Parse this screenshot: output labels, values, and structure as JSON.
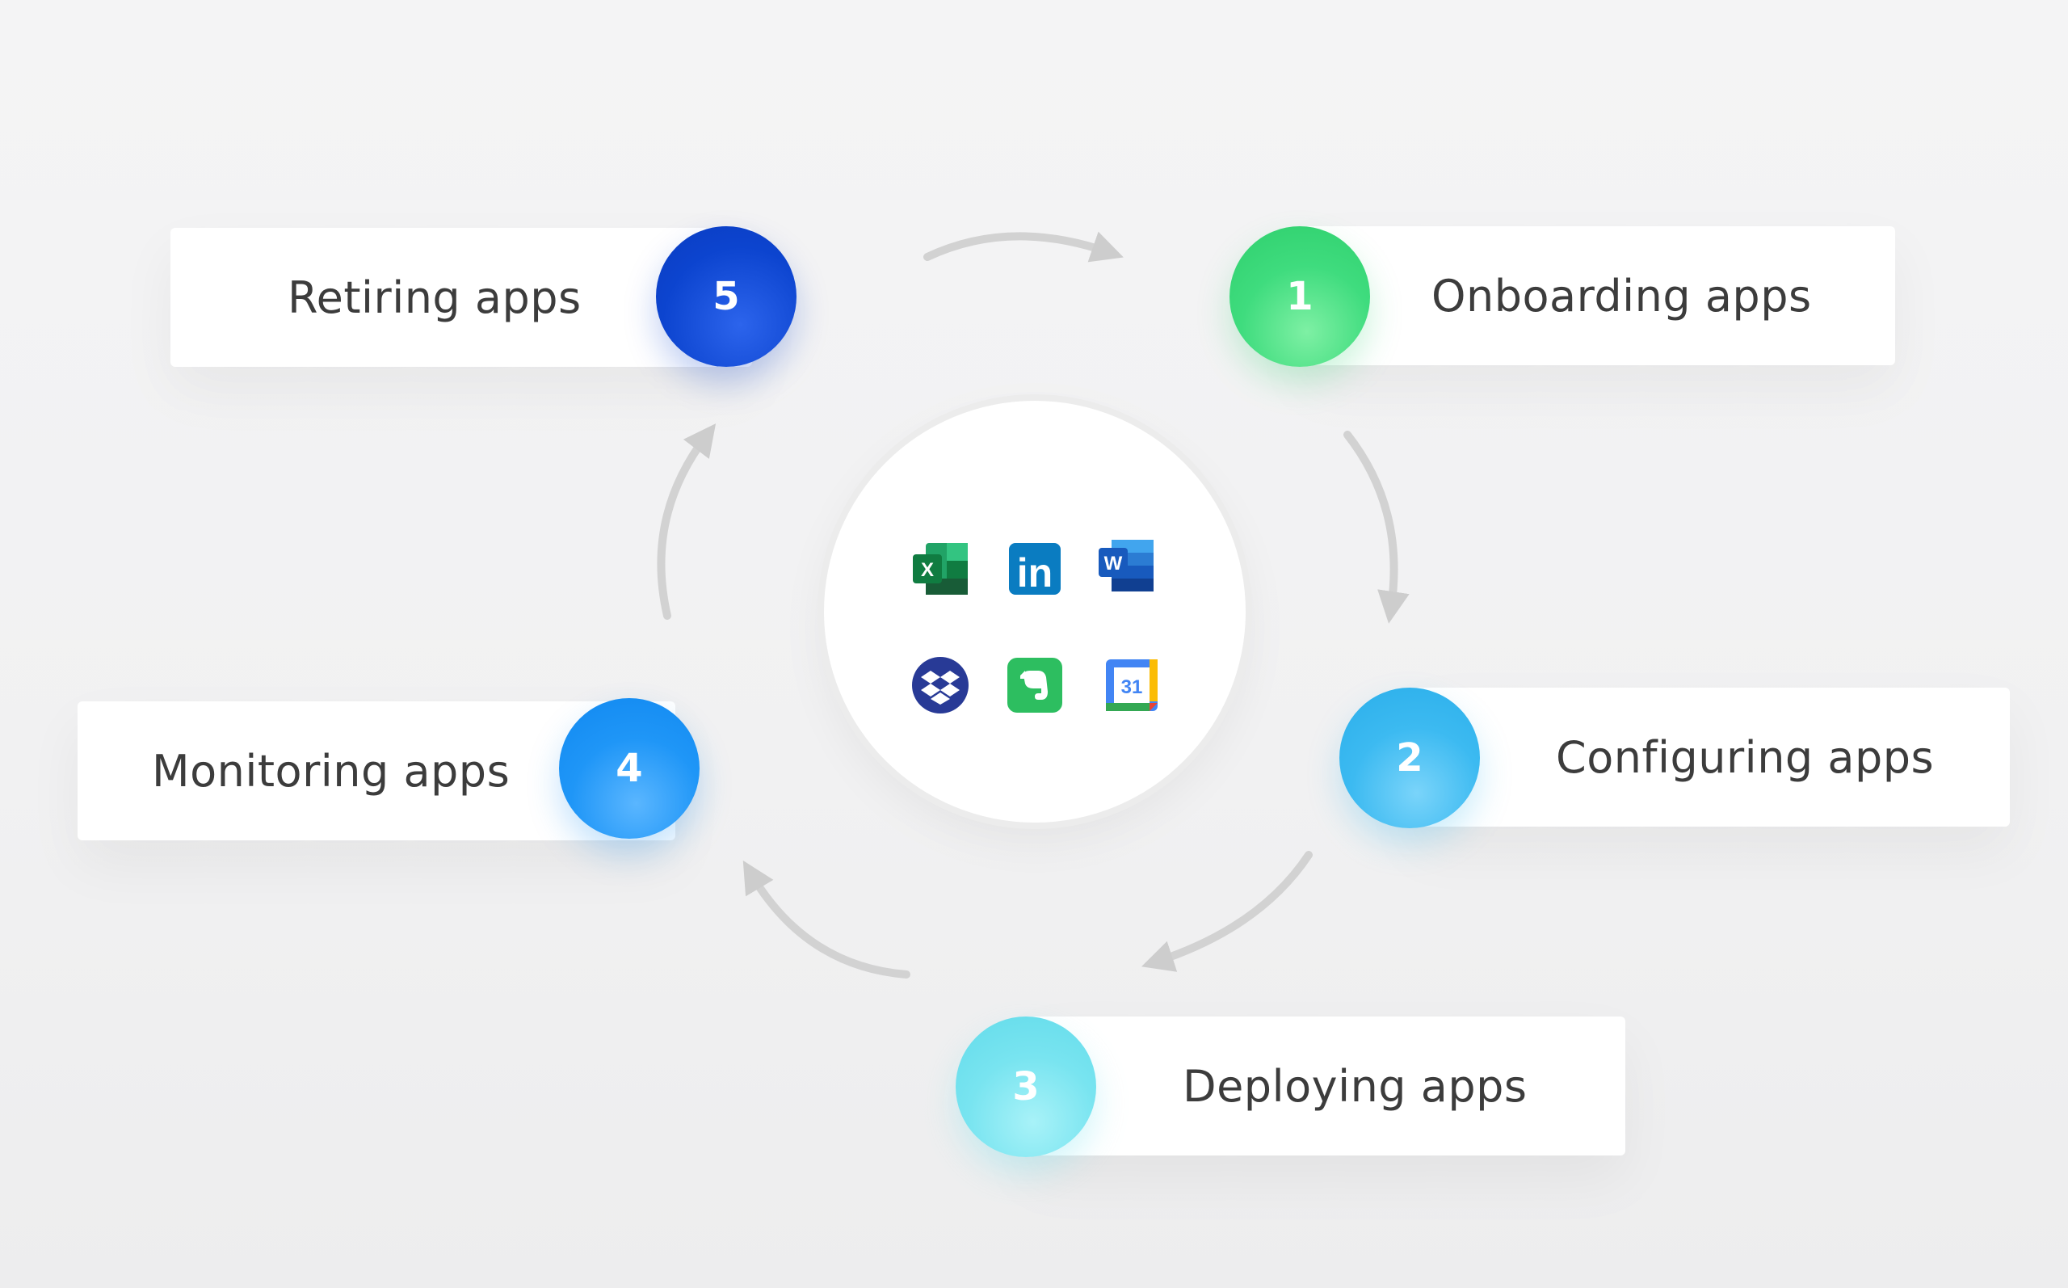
{
  "steps": [
    {
      "number": "1",
      "label": "Onboarding apps",
      "color": "#34d374"
    },
    {
      "number": "2",
      "label": "Configuring apps",
      "color": "#33b6ef"
    },
    {
      "number": "3",
      "label": "Deploying apps",
      "color": "#72e2ef"
    },
    {
      "number": "4",
      "label": "Monitoring apps",
      "color": "#1690f5"
    },
    {
      "number": "5",
      "label": "Retiring apps",
      "color": "#0c44cf"
    }
  ],
  "apps": {
    "excel": {
      "letter": "X",
      "color": "#1e7145"
    },
    "linkedin": {
      "letter": "in",
      "color": "#0a7cc1"
    },
    "word": {
      "letter": "W",
      "color": "#2b579a"
    },
    "dropbox": {
      "color": "#283a96"
    },
    "evernote": {
      "color": "#2dbe60"
    },
    "calendar": {
      "number": "31",
      "color": "#4285f4"
    }
  },
  "colors": {
    "arrow": "#cdcdcd",
    "label_text": "#3c3c3c"
  }
}
